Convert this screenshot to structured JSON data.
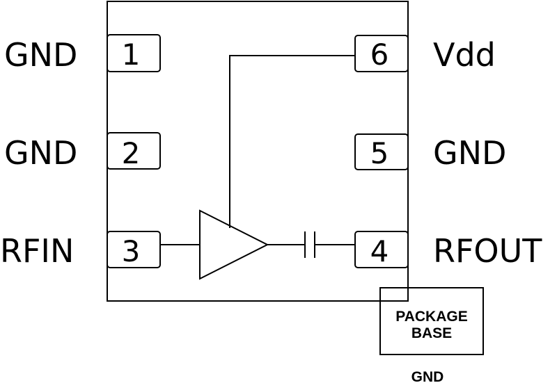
{
  "pins": {
    "p1": {
      "number": "1",
      "name": "GND"
    },
    "p2": {
      "number": "2",
      "name": "GND"
    },
    "p3": {
      "number": "3",
      "name": "RFIN"
    },
    "p4": {
      "number": "4",
      "name": "RFOUT"
    },
    "p5": {
      "number": "5",
      "name": "GND"
    },
    "p6": {
      "number": "6",
      "name": "Vdd"
    }
  },
  "package_base": {
    "line1": "PACKAGE",
    "line2": "BASE",
    "ground_label": "GND"
  },
  "symbols": {
    "amplifier": "triangle-amplifier",
    "dc_block": "capacitor"
  }
}
